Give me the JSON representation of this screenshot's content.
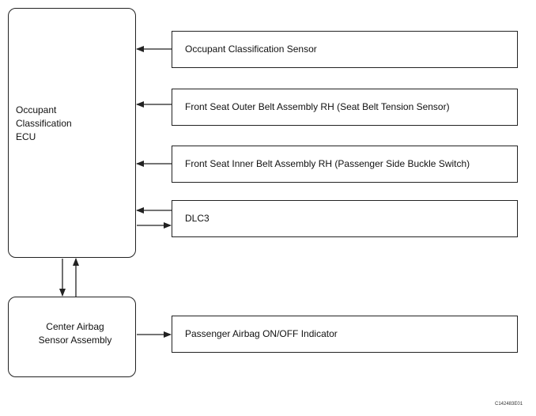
{
  "ecu": {
    "label": "Occupant\nClassification\nECU"
  },
  "airbag_sensor": {
    "label": "Center Airbag\nSensor Assembly"
  },
  "components": [
    {
      "label": "Occupant Classification Sensor"
    },
    {
      "label": "Front Seat Outer Belt Assembly RH (Seat Belt Tension Sensor)"
    },
    {
      "label": "Front Seat Inner Belt Assembly RH (Passenger Side Buckle Switch)"
    },
    {
      "label": "DLC3"
    },
    {
      "label": "Passenger Airbag ON/OFF Indicator"
    }
  ],
  "figure_code": "C142483E01"
}
